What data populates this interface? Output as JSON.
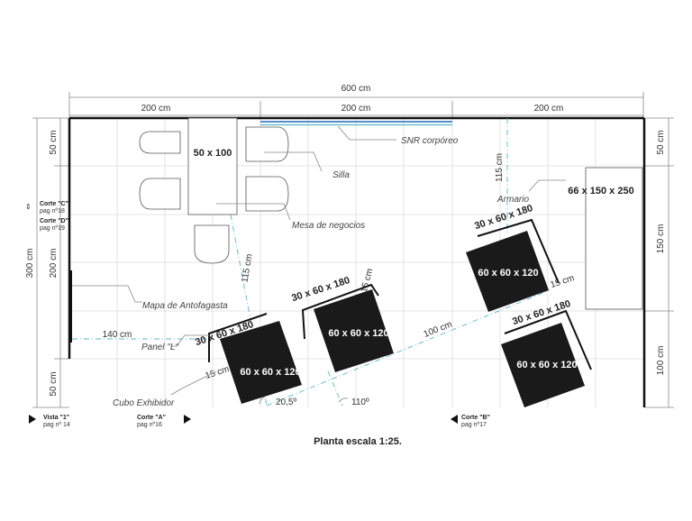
{
  "dimensions": {
    "total_width": "600 cm",
    "width_segments": [
      "200 cm",
      "200 cm",
      "200 cm"
    ],
    "total_height": "300 cm",
    "left_segments": [
      "50 cm",
      "200 cm",
      "50 cm"
    ],
    "right_segments": [
      "50 cm",
      "150 cm",
      "100 cm"
    ]
  },
  "furniture": {
    "table": "50 x 100",
    "cabinet": "66 x 150 x 250",
    "cubes": [
      "60 x 60 x 120",
      "60 x 60 x 120",
      "60 x 60 x 120",
      "60 x 60 x 120"
    ],
    "panels": [
      "30 x 60 x 180",
      "30 x 60 x 180",
      "30 x 60 x 180",
      "30 x 60 x 180"
    ]
  },
  "labels": {
    "snr": "SNR corpóreo",
    "silla": "Silla",
    "armario": "Armario",
    "mesa": "Mesa de negocios",
    "mapa": "Mapa de Antofagasta",
    "panel": "Panel \"L\"",
    "cubo": "Cubo Exhibidor"
  },
  "measures": {
    "m115a": "115 cm",
    "m115b": "115 cm",
    "m15a": "15 cm",
    "m15b": "15 cm",
    "m15c": "15 cm",
    "m140": "140 cm",
    "m100": "100 cm",
    "angle1": "20,5º",
    "angle2": "110º"
  },
  "refs": {
    "corte_c": "Corte \"C\"",
    "pag_c": "pag nº18",
    "corte_d": "Corte \"D\"",
    "pag_d": "pag nº19",
    "vista1": "Vista \"1\"",
    "pag_v1": "pag nº 14",
    "corte_a": "Corte \"A\"",
    "pag_a": "pag nº16",
    "corte_b": "Corte \"B\"",
    "pag_b": "pag nº17"
  },
  "caption": "Planta escala 1:25.",
  "colors": {
    "accent": "#5bb7c9",
    "ink": "#111111",
    "cube": "#1a1a1a"
  }
}
